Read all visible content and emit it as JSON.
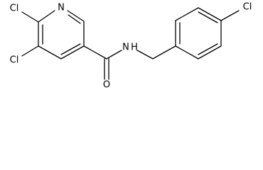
{
  "molecule": {
    "atoms": {
      "n_pyridine": "N",
      "cl_6": "Cl",
      "cl_5": "Cl",
      "o_amide": "O",
      "nh_amide": "N",
      "h_amide": "H",
      "cl_para": "Cl"
    }
  },
  "colors": {
    "bond": "#000000",
    "label": "#000000",
    "background": "#ffffff"
  }
}
